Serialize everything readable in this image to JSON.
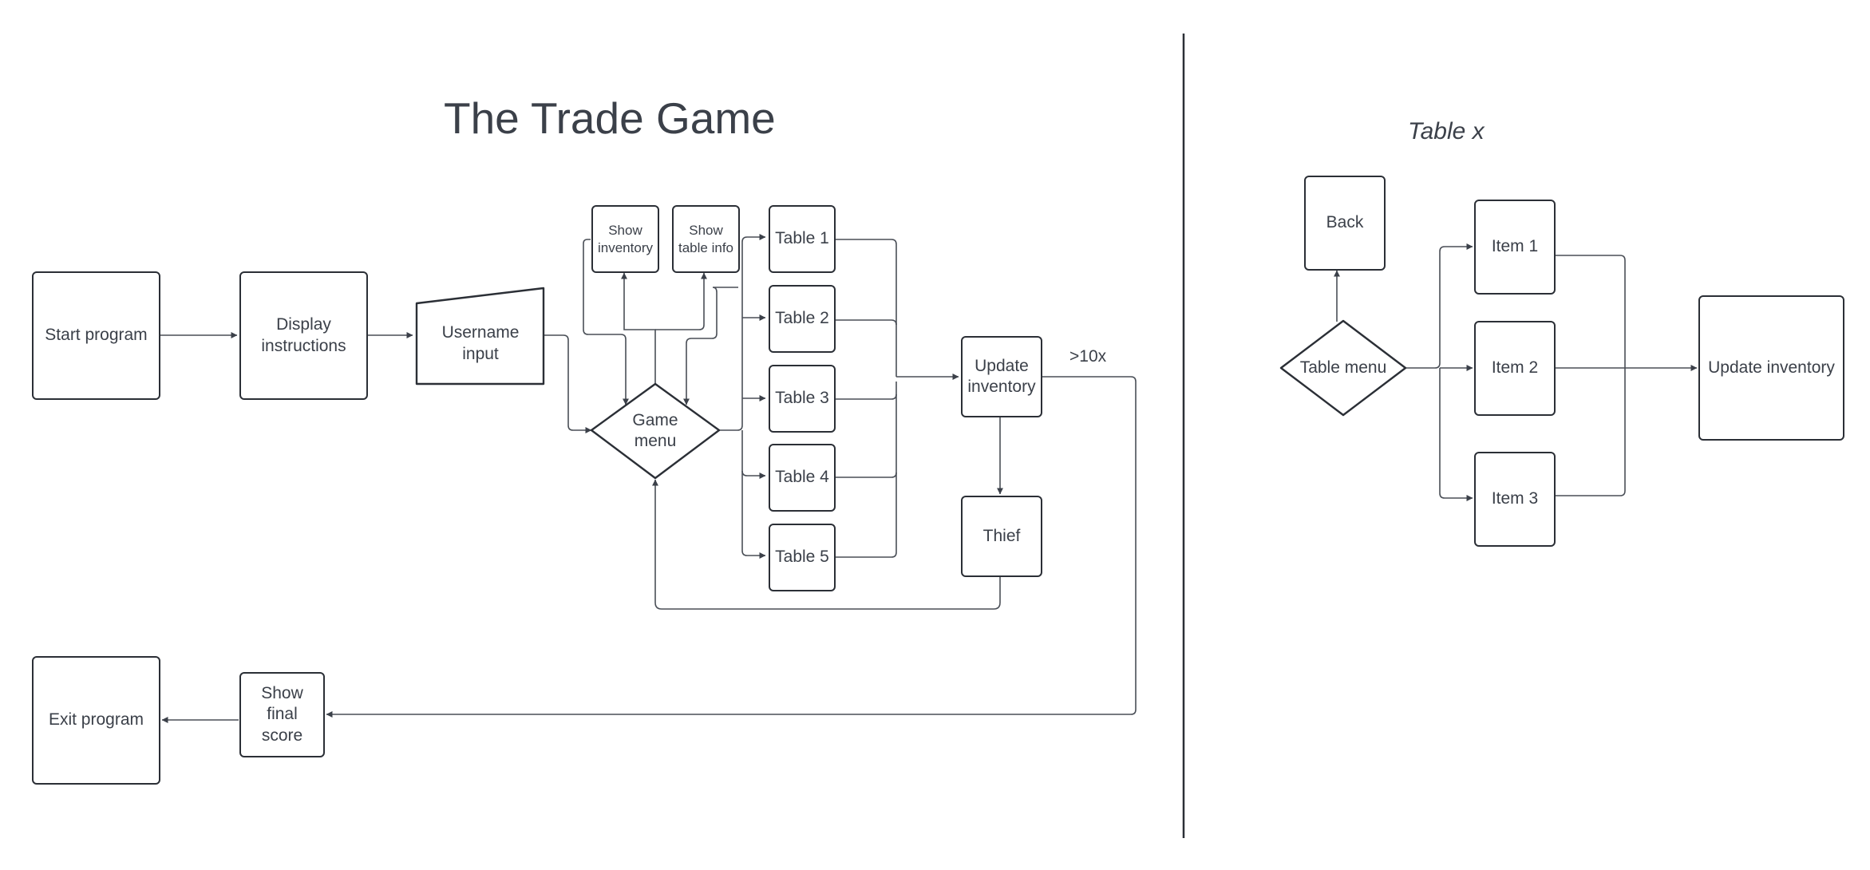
{
  "left_panel": {
    "title": "The Trade Game",
    "nodes": {
      "start": "Start program",
      "display": "Display\ninstructions",
      "username": "Username\ninput",
      "game_menu": "Game\nmenu",
      "show_inventory": "Show\ninventory",
      "show_table_info": "Show\ntable info",
      "table1": "Table 1",
      "table2": "Table 2",
      "table3": "Table 3",
      "table4": "Table 4",
      "table5": "Table 5",
      "update_inventory": "Update\ninventory",
      "thief": "Thief",
      "show_final_score": "Show\nfinal\nscore",
      "exit": "Exit program"
    },
    "edge_label": ">10x"
  },
  "right_panel": {
    "title": "Table x",
    "nodes": {
      "table_menu": "Table menu",
      "back": "Back",
      "item1": "Item 1",
      "item2": "Item 2",
      "item3": "Item 3",
      "update_inventory": "Update inventory"
    }
  },
  "colors": {
    "node_border": "#2b2f36",
    "connector": "#4a4f57",
    "text": "#3b4049",
    "background": "#ffffff"
  }
}
